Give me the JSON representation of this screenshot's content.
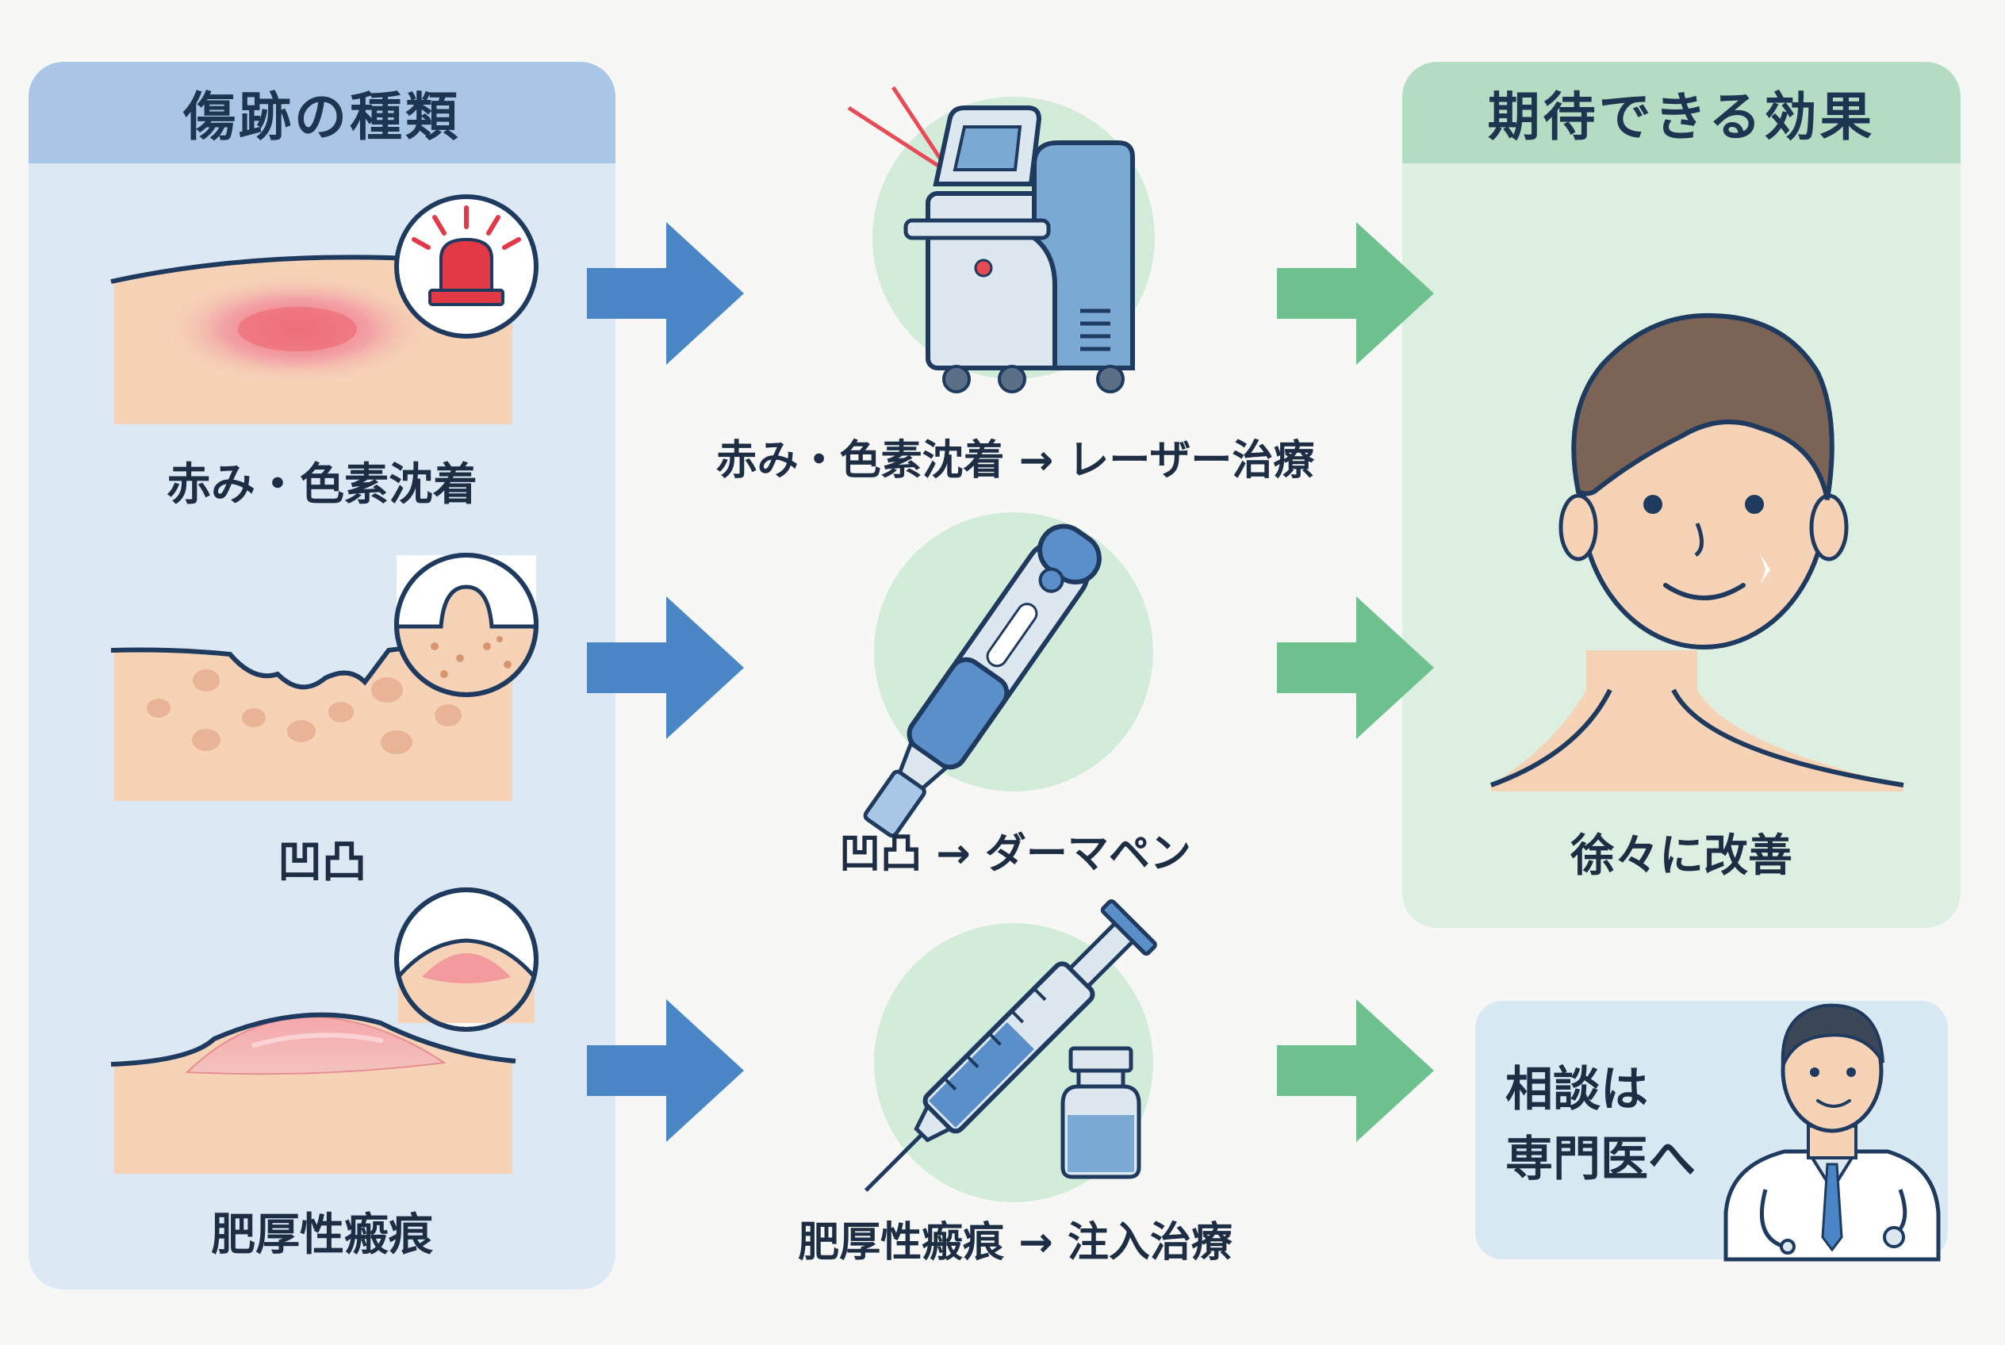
{
  "left_panel": {
    "title": "傷跡の種類",
    "types": [
      {
        "label": "赤み・色素沈着"
      },
      {
        "label": "凹凸"
      },
      {
        "label": "肥厚性瘢痕"
      }
    ]
  },
  "treatments": [
    {
      "label": "赤み・色素沈着 → レーザー治療",
      "icon": "laser-machine-icon"
    },
    {
      "label": "凹凸 → ダーマペン",
      "icon": "derma-pen-icon"
    },
    {
      "label": "肥厚性瘢痕 → 注入治療",
      "icon": "syringe-icon"
    }
  ],
  "right_panel": {
    "title": "期待できる効果",
    "result_label": "徐々に改善"
  },
  "consult": {
    "line1": "相談は",
    "line2": "専門医へ"
  },
  "colors": {
    "left_header": "#a9c6e6",
    "left_body": "#dde8f5",
    "right_header": "#b4dcc2",
    "right_body": "#dcefe1",
    "blue_arrow": "#4a86c5",
    "green_arrow": "#6fc08f",
    "skin": "#f6d2b6"
  }
}
